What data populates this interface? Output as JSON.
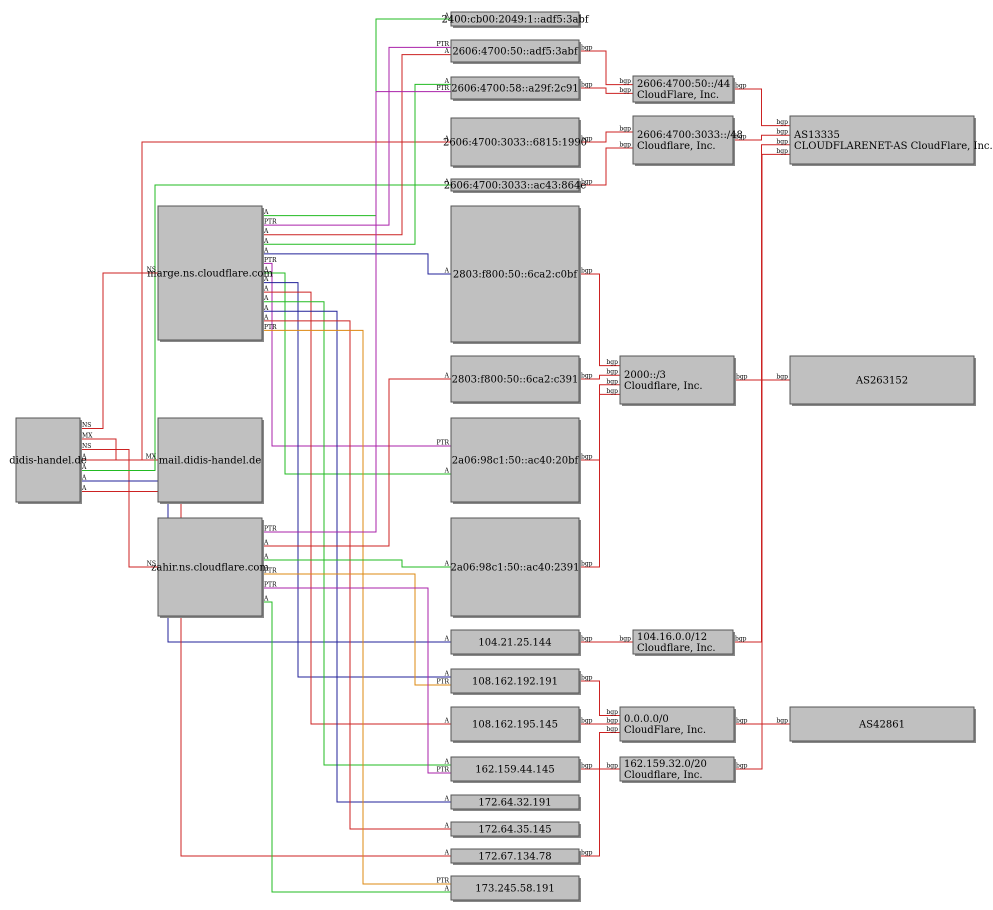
{
  "nodes": [
    {
      "id": "didis",
      "lines": [
        "didis-handel.de"
      ]
    },
    {
      "id": "marge",
      "lines": [
        "marge.ns.cloudflare.com"
      ]
    },
    {
      "id": "mail",
      "lines": [
        "mail.didis-handel.de"
      ]
    },
    {
      "id": "zahir",
      "lines": [
        "zahir.ns.cloudflare.com"
      ]
    },
    {
      "id": "v6a",
      "lines": [
        "2400:cb00:2049:1::adf5:3abf"
      ]
    },
    {
      "id": "v6b",
      "lines": [
        "2606:4700:50::adf5:3abf"
      ]
    },
    {
      "id": "v6c",
      "lines": [
        "2606:4700:58::a29f:2c91"
      ]
    },
    {
      "id": "v6d",
      "lines": [
        "2606:4700:3033::6815:1990"
      ]
    },
    {
      "id": "v6e",
      "lines": [
        "2606:4700:3033::ac43:864e"
      ]
    },
    {
      "id": "v6f",
      "lines": [
        "2803:f800:50::6ca2:c0bf"
      ]
    },
    {
      "id": "v6g",
      "lines": [
        "2803:f800:50::6ca2:c391"
      ]
    },
    {
      "id": "v6h",
      "lines": [
        "2a06:98c1:50::ac40:20bf"
      ]
    },
    {
      "id": "v6i",
      "lines": [
        "2a06:98c1:50::ac40:2391"
      ]
    },
    {
      "id": "v4a",
      "lines": [
        "104.21.25.144"
      ]
    },
    {
      "id": "v4b",
      "lines": [
        "108.162.192.191"
      ]
    },
    {
      "id": "v4c",
      "lines": [
        "108.162.195.145"
      ]
    },
    {
      "id": "v4d",
      "lines": [
        "162.159.44.145"
      ]
    },
    {
      "id": "v4e",
      "lines": [
        "172.64.32.191"
      ]
    },
    {
      "id": "v4f",
      "lines": [
        "172.64.35.145"
      ]
    },
    {
      "id": "v4g",
      "lines": [
        "172.67.134.78"
      ]
    },
    {
      "id": "v4h",
      "lines": [
        "173.245.58.191"
      ]
    },
    {
      "id": "p1",
      "lines": [
        "2606:4700:50::/44",
        "CloudFlare, Inc."
      ]
    },
    {
      "id": "p2",
      "lines": [
        "2606:4700:3033::/48",
        "Cloudflare, Inc."
      ]
    },
    {
      "id": "p3",
      "lines": [
        "2000::/3",
        "Cloudflare, Inc."
      ]
    },
    {
      "id": "p4",
      "lines": [
        "104.16.0.0/12",
        "Cloudflare, Inc."
      ]
    },
    {
      "id": "p5",
      "lines": [
        "0.0.0.0/0",
        "CloudFlare, Inc."
      ]
    },
    {
      "id": "p6",
      "lines": [
        "162.159.32.0/20",
        "Cloudflare, Inc."
      ]
    },
    {
      "id": "as1",
      "lines": [
        "AS13335",
        "CLOUDFLARENET-AS CloudFlare, Inc."
      ]
    },
    {
      "id": "as2",
      "lines": [
        "AS263152"
      ]
    },
    {
      "id": "as3",
      "lines": [
        "AS42861"
      ]
    }
  ],
  "edges": [
    {
      "from": "didis",
      "to": "marge",
      "label": "NS"
    },
    {
      "from": "didis",
      "to": "mail",
      "label": "MX"
    },
    {
      "from": "didis",
      "to": "zahir",
      "label": "NS"
    },
    {
      "from": "didis",
      "to": "v6d",
      "label": "A"
    },
    {
      "from": "didis",
      "to": "v6e",
      "label": "A"
    },
    {
      "from": "didis",
      "to": "v4a",
      "label": "A"
    },
    {
      "from": "didis",
      "to": "v4g",
      "label": "A"
    },
    {
      "from": "marge",
      "to": "v6a",
      "label": "A"
    },
    {
      "from": "marge",
      "to": "v6b",
      "label": "PTR"
    },
    {
      "from": "marge",
      "to": "v6b",
      "label": "A"
    },
    {
      "from": "marge",
      "to": "v6c",
      "label": "A"
    },
    {
      "from": "marge",
      "to": "v6f",
      "label": "A"
    },
    {
      "from": "marge",
      "to": "v6h",
      "label": "PTR"
    },
    {
      "from": "marge",
      "to": "v6h",
      "label": "A"
    },
    {
      "from": "marge",
      "to": "v4b",
      "label": "A"
    },
    {
      "from": "marge",
      "to": "v4c",
      "label": "A"
    },
    {
      "from": "marge",
      "to": "v4d",
      "label": "A"
    },
    {
      "from": "marge",
      "to": "v4e",
      "label": "A"
    },
    {
      "from": "marge",
      "to": "v4f",
      "label": "A"
    },
    {
      "from": "marge",
      "to": "v4h",
      "label": "PTR"
    },
    {
      "from": "zahir",
      "to": "v6c",
      "label": "PTR"
    },
    {
      "from": "zahir",
      "to": "v6g",
      "label": "A"
    },
    {
      "from": "zahir",
      "to": "v6i",
      "label": "A"
    },
    {
      "from": "zahir",
      "to": "v4b",
      "label": "PTR"
    },
    {
      "from": "zahir",
      "to": "v4d",
      "label": "PTR"
    },
    {
      "from": "zahir",
      "to": "v4h",
      "label": "A"
    },
    {
      "from": "v6b",
      "to": "p1",
      "label": "bgp"
    },
    {
      "from": "v6c",
      "to": "p1",
      "label": "bgp"
    },
    {
      "from": "v6d",
      "to": "p2",
      "label": "bgp"
    },
    {
      "from": "v6e",
      "to": "p2",
      "label": "bgp"
    },
    {
      "from": "v6f",
      "to": "p3",
      "label": "bgp"
    },
    {
      "from": "v6g",
      "to": "p3",
      "label": "bgp"
    },
    {
      "from": "v6h",
      "to": "p3",
      "label": "bgp"
    },
    {
      "from": "v6i",
      "to": "p3",
      "label": "bgp"
    },
    {
      "from": "v4a",
      "to": "p4",
      "label": "bgp"
    },
    {
      "from": "v4b",
      "to": "p5",
      "label": "bgp"
    },
    {
      "from": "v4c",
      "to": "p5",
      "label": "bgp"
    },
    {
      "from": "v4d",
      "to": "p6",
      "label": "bgp"
    },
    {
      "from": "v4g",
      "to": "p5",
      "label": "bgp"
    },
    {
      "from": "p1",
      "to": "as1",
      "label": "bgp"
    },
    {
      "from": "p2",
      "to": "as1",
      "label": "bgp"
    },
    {
      "from": "p3",
      "to": "as2",
      "label": "bgp"
    },
    {
      "from": "p4",
      "to": "as1",
      "label": "bgp"
    },
    {
      "from": "p5",
      "to": "as3",
      "label": "bgp"
    },
    {
      "from": "p6",
      "to": "as1",
      "label": "bgp"
    }
  ],
  "colors": {
    "node_fill": "#c0c0c0",
    "node_border": "#555555",
    "edge_A": "#cc2222",
    "edge_A_alt": "#22bb22",
    "edge_A_blue": "#222299",
    "edge_PTR": "#aa22aa",
    "edge_PTR_alt": "#dd8811",
    "edge_NS": "#cc2222",
    "edge_MX": "#cc2222",
    "edge_bgp": "#cc2222"
  }
}
